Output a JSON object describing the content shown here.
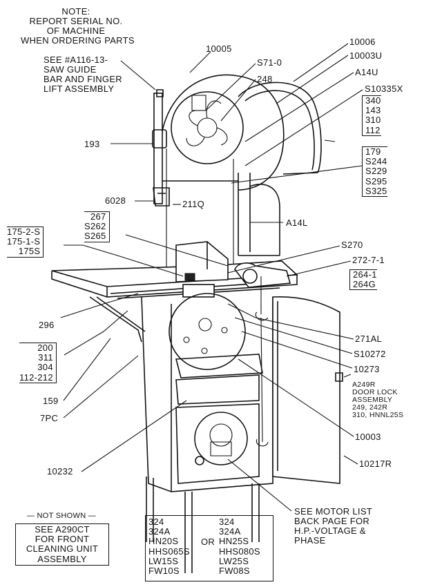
{
  "note": {
    "heading": "NOTE:",
    "lines": [
      "REPORT SERIAL NO.",
      "OF MACHINE",
      "WHEN ORDERING PARTS"
    ]
  },
  "callouts": {
    "guide_see": [
      "SEE #A116-13-",
      "SAW GUIDE",
      "BAR AND FINGER",
      "LIFT ASSEMBLY"
    ],
    "p10005": "10005",
    "s710": "S71-0",
    "p248": "248",
    "p10006": "10006",
    "p10003u": "10003U",
    "a14u": "A14U",
    "s10335x": "S10335X",
    "group_340": [
      "340",
      "143",
      "310",
      "112"
    ],
    "p193": "193",
    "group_179": [
      "179",
      "S244",
      "S229",
      "S295",
      "S325"
    ],
    "p6028": "6028",
    "p211q": "211Q",
    "group_267": [
      "267",
      "S262",
      "S265"
    ],
    "a14l": "A14L",
    "group_175": [
      "175-2-S",
      "175-1-S",
      "175S"
    ],
    "s270": "S270",
    "p272": "272-7-1",
    "group_264": [
      "264-1",
      "264G"
    ],
    "p296": "296",
    "group_200": [
      "200",
      "311",
      "304",
      "112-212"
    ],
    "p271al": "271AL",
    "s10272": "S10272",
    "p10273": "10273",
    "door_lock": [
      "A249R",
      "DOOR LOCK",
      "ASSEMBLY",
      "249, 242R",
      "310, HNNL25S"
    ],
    "p159": "159",
    "p7pc": "7PC",
    "p10003": "10003",
    "p10232": "10232",
    "p10217r": "10217R",
    "motor": [
      "SEE MOTOR LIST",
      "BACK PAGE FOR",
      "H.P.-VOLTAGE &",
      "PHASE"
    ]
  },
  "not_shown": {
    "heading": "— NOT SHOWN —",
    "lines": [
      "SEE A290CT",
      "FOR FRONT",
      "CLEANING UNIT",
      "ASSEMBLY"
    ]
  },
  "options_table": {
    "left": [
      "324",
      "324A",
      "HN20S",
      "HHS065S",
      "LW15S",
      "FW10S"
    ],
    "or": "OR",
    "right": [
      "324",
      "324A",
      "HN25S",
      "HHS080S",
      "LW25S",
      "FW08S"
    ]
  }
}
